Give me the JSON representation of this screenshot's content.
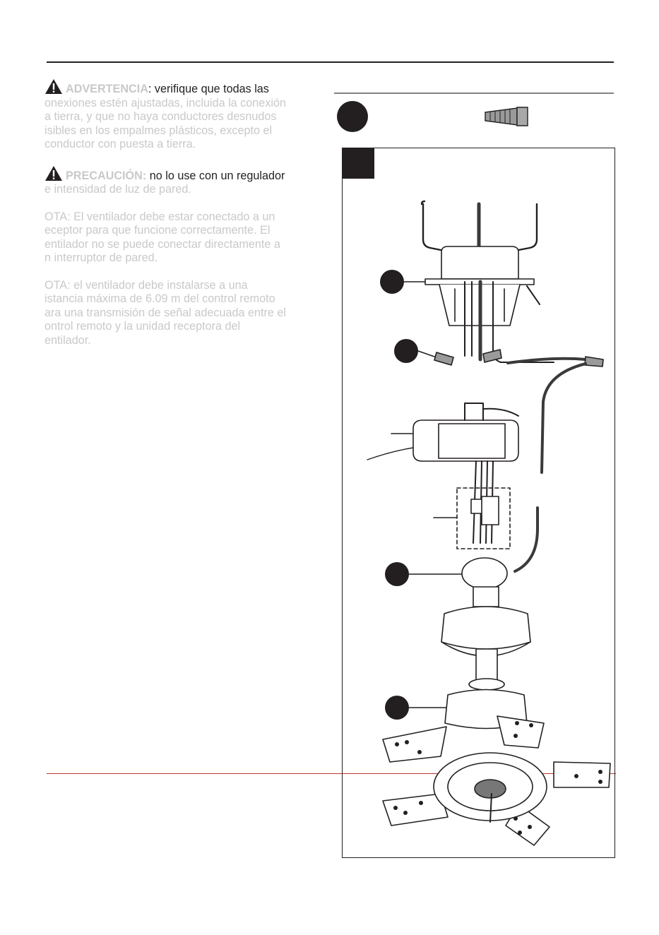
{
  "notes": [
    {
      "icon": "warning-triangle-icon",
      "lead": "ADVERTENCIA",
      "sep": ": ",
      "faded_lines": [
        "onexiones estén ajustadas, incluida la conexión",
        "a tierra, y que no haya conductores desnudos",
        "isibles en los empalmes plásticos, excepto el",
        "conductor con puesta a tierra."
      ],
      "first_line": "verifique que todas las"
    },
    {
      "icon": "warning-triangle-icon",
      "lead": "PRECAUCIÓN:",
      "first_line": " no lo use con un regulador",
      "faded_prefix": "e intensidad de luz de pared."
    },
    {
      "lead": "NOTA:",
      "text": "OTA: El ventilador debe estar conectado a un",
      "rest": "eceptor para que funcione correctamente. El\nentilador no se puede conectar directamente a\nn interruptor de pared."
    },
    {
      "lead": "NOTA:",
      "text": "OTA: el ventilador debe instalarse a una",
      "rest": "istancia máxima de 6.09 m del control remoto\nara una transmisión de señal adecuada entre el\nontrol remoto y la unidad receptora del\nentilador."
    }
  ],
  "colors": {
    "ink": "#231f20",
    "faded": "#c9c9c9",
    "rule_red": "#c0392b",
    "rule_gray": "#808285"
  },
  "icons": {
    "step": "step-bullet-icon",
    "hardware": "wire-connector-icon"
  }
}
